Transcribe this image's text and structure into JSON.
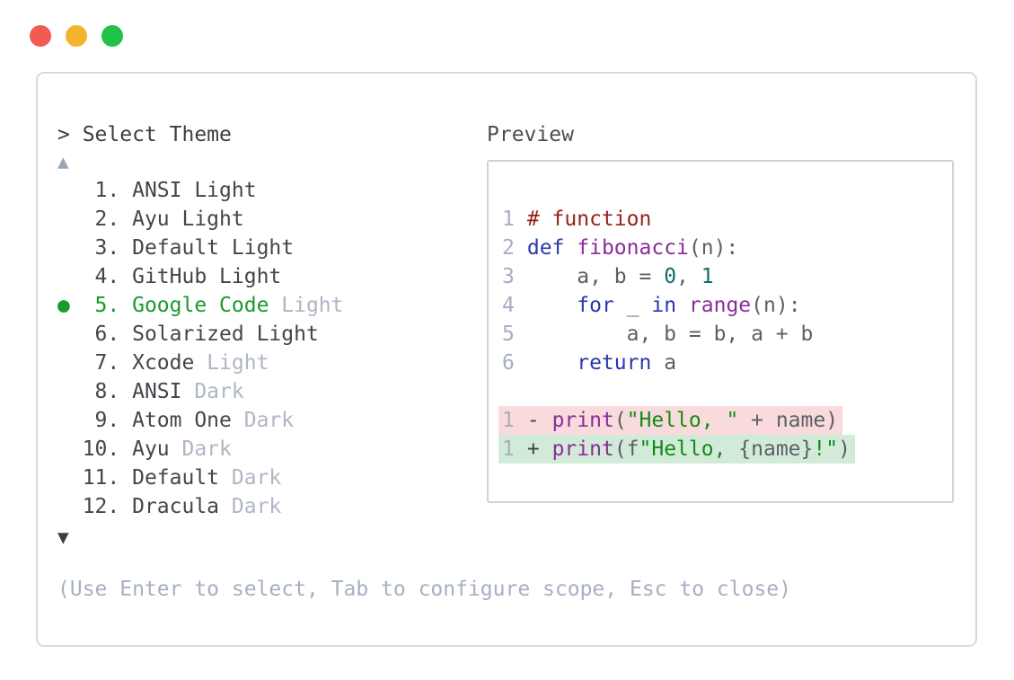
{
  "window": {
    "traffic_lights": {
      "close_color": "#f15b52",
      "minimize_color": "#f2b42d",
      "maximize_color": "#22c246"
    }
  },
  "colors": {
    "selected_green": "#189a2d",
    "muted_text": "#aeb6c4",
    "list_text": "#42464b",
    "help_text": "#a6b0c1",
    "diff_removed_bg": "#f9dadd",
    "diff_added_bg": "#d2ebd9",
    "syntax": {
      "comment": "#96221a",
      "keyword": "#2c36ae",
      "function": "#8a2d99",
      "number": "#0e6a6e",
      "string": "#138c13",
      "plain": "#5c6065",
      "line_number": "#a5afc0"
    }
  },
  "prompt": {
    "text": "> Select Theme"
  },
  "list": {
    "scroll_up_icon": "▲",
    "scroll_down_icon": "▼",
    "selected_index": 5,
    "items": [
      {
        "prefix": "   1. ",
        "name": "ANSI",
        "variant": " Light",
        "selected": false,
        "variant_muted": false
      },
      {
        "prefix": "   2. ",
        "name": "Ayu",
        "variant": " Light",
        "selected": false,
        "variant_muted": false
      },
      {
        "prefix": "   3. ",
        "name": "Default",
        "variant": " Light",
        "selected": false,
        "variant_muted": false
      },
      {
        "prefix": "   4. ",
        "name": "GitHub",
        "variant": " Light",
        "selected": false,
        "variant_muted": false
      },
      {
        "prefix": "●  5. ",
        "name": "Google Code",
        "variant": " Light",
        "selected": true,
        "variant_muted": true
      },
      {
        "prefix": "   6. ",
        "name": "Solarized",
        "variant": " Light",
        "selected": false,
        "variant_muted": false
      },
      {
        "prefix": "   7. ",
        "name": "Xcode",
        "variant": " Light",
        "selected": false,
        "variant_muted": true
      },
      {
        "prefix": "   8. ",
        "name": "ANSI",
        "variant": " Dark",
        "selected": false,
        "variant_muted": true
      },
      {
        "prefix": "   9. ",
        "name": "Atom One",
        "variant": " Dark",
        "selected": false,
        "variant_muted": true
      },
      {
        "prefix": "  10. ",
        "name": "Ayu",
        "variant": " Dark",
        "selected": false,
        "variant_muted": true
      },
      {
        "prefix": "  11. ",
        "name": "Default",
        "variant": " Dark",
        "selected": false,
        "variant_muted": true
      },
      {
        "prefix": "  12. ",
        "name": "Dracula",
        "variant": " Dark",
        "selected": false,
        "variant_muted": true
      }
    ]
  },
  "preview": {
    "label": "Preview",
    "code": [
      {
        "num": "1",
        "tokens": [
          {
            "text": "# function",
            "type": "comment"
          }
        ]
      },
      {
        "num": "2",
        "tokens": [
          {
            "text": "def",
            "type": "keyword"
          },
          {
            "text": " ",
            "type": "plain"
          },
          {
            "text": "fibonacci",
            "type": "function"
          },
          {
            "text": "(n):",
            "type": "plain"
          }
        ]
      },
      {
        "num": "3",
        "tokens": [
          {
            "text": "    a, b = ",
            "type": "plain"
          },
          {
            "text": "0",
            "type": "number"
          },
          {
            "text": ", ",
            "type": "plain"
          },
          {
            "text": "1",
            "type": "number"
          }
        ]
      },
      {
        "num": "4",
        "tokens": [
          {
            "text": "    ",
            "type": "plain"
          },
          {
            "text": "for",
            "type": "keyword"
          },
          {
            "text": " _ ",
            "type": "plain"
          },
          {
            "text": "in",
            "type": "keyword"
          },
          {
            "text": " ",
            "type": "plain"
          },
          {
            "text": "range",
            "type": "function"
          },
          {
            "text": "(n):",
            "type": "plain"
          }
        ]
      },
      {
        "num": "5",
        "tokens": [
          {
            "text": "        a, b = b, a + b",
            "type": "plain"
          }
        ]
      },
      {
        "num": "6",
        "tokens": [
          {
            "text": "    ",
            "type": "plain"
          },
          {
            "text": "return",
            "type": "keyword"
          },
          {
            "text": " a",
            "type": "plain"
          }
        ]
      }
    ],
    "diff": [
      {
        "num": "1",
        "change": "removed",
        "tokens": [
          {
            "text": "- ",
            "type": "sign"
          },
          {
            "text": "print",
            "type": "function"
          },
          {
            "text": "(",
            "type": "plain"
          },
          {
            "text": "\"Hello, \"",
            "type": "string"
          },
          {
            "text": " + name)",
            "type": "plain"
          }
        ]
      },
      {
        "num": "1",
        "change": "added",
        "tokens": [
          {
            "text": "+ ",
            "type": "sign"
          },
          {
            "text": "print",
            "type": "function"
          },
          {
            "text": "(f",
            "type": "plain"
          },
          {
            "text": "\"Hello, ",
            "type": "string"
          },
          {
            "text": "{name}",
            "type": "plain"
          },
          {
            "text": "!\"",
            "type": "string"
          },
          {
            "text": ")",
            "type": "plain"
          }
        ]
      }
    ]
  },
  "help": {
    "text": "(Use Enter to select, Tab to configure scope, Esc to close)"
  }
}
